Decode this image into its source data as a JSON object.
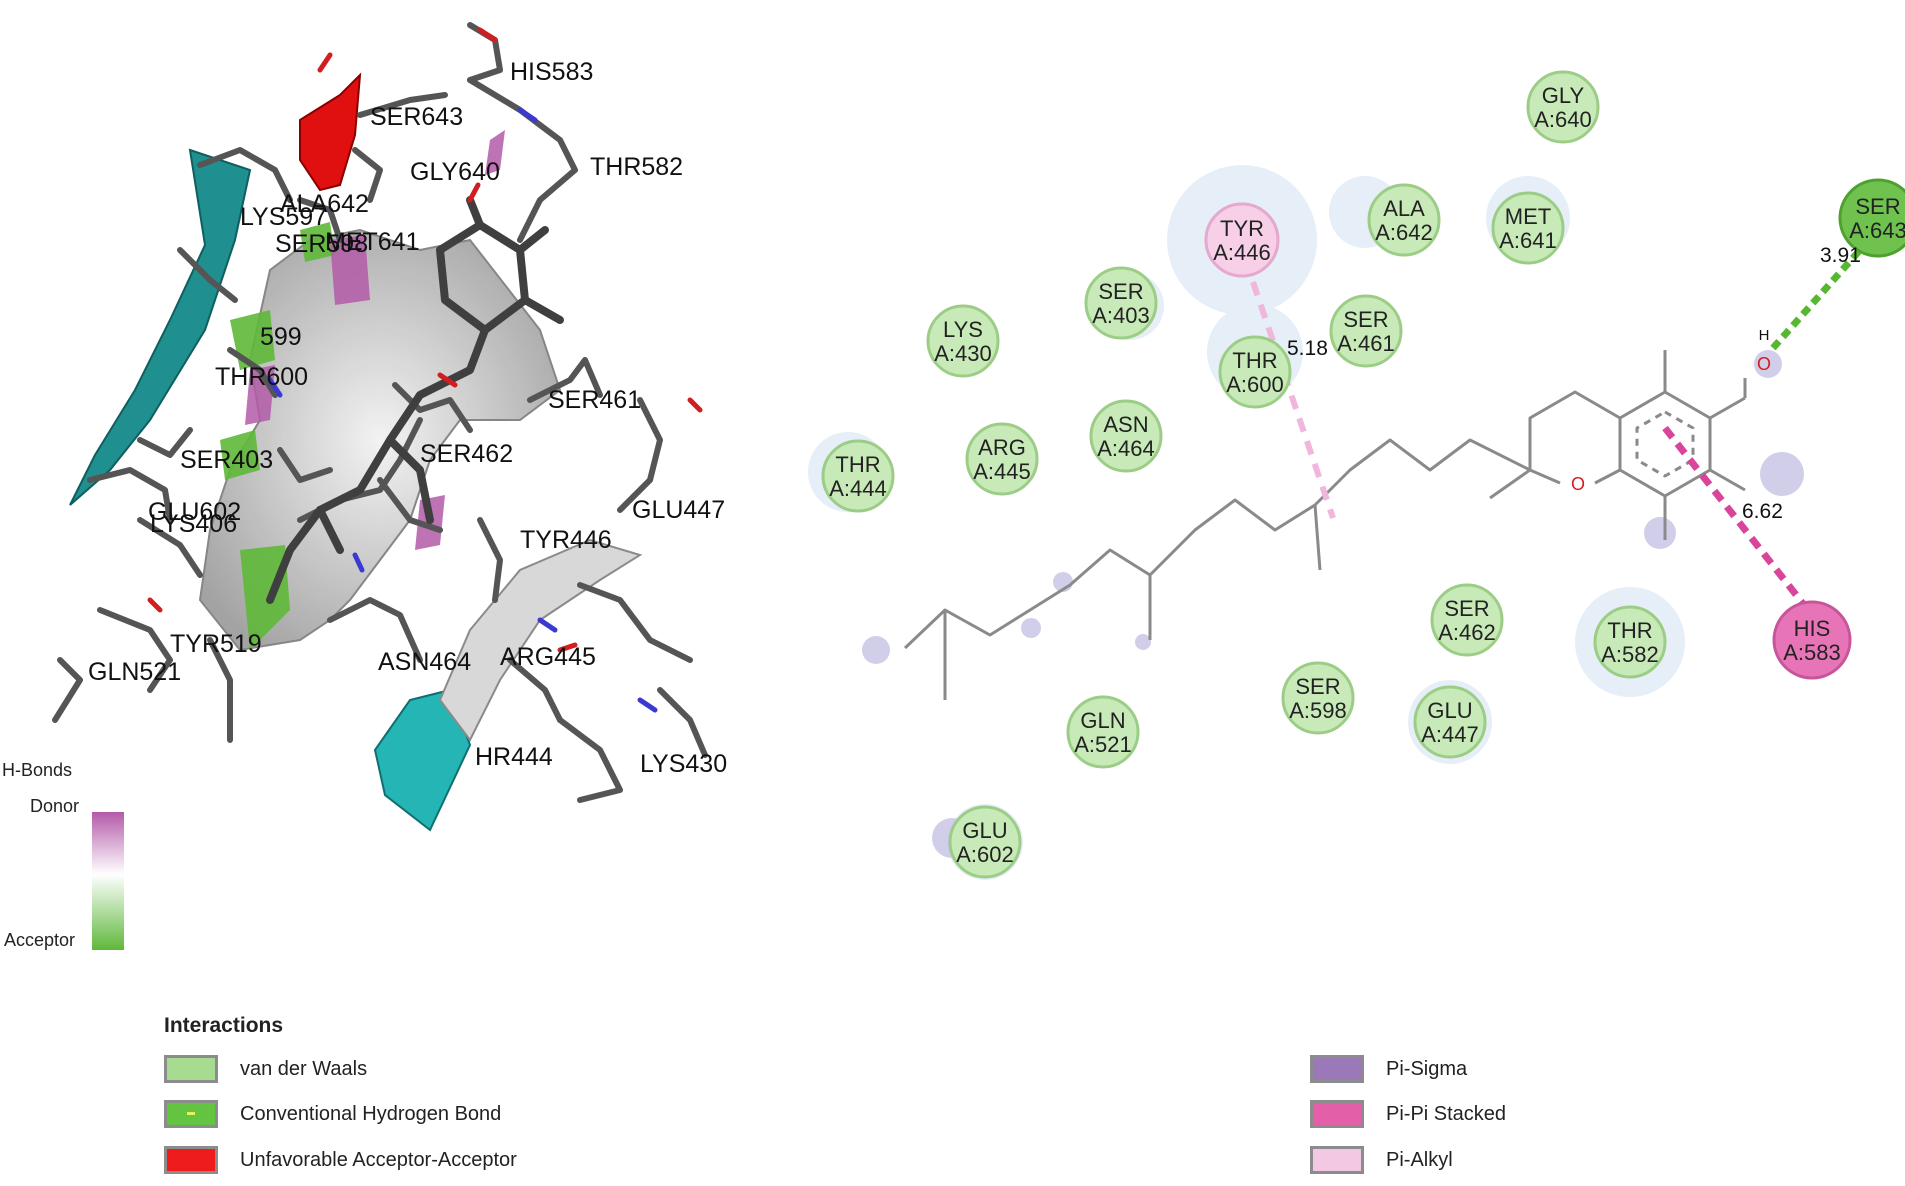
{
  "labels_3d": [
    {
      "text": "HIS583"
    },
    {
      "text": "SER643"
    },
    {
      "text": "GLY640"
    },
    {
      "text": "THR582"
    },
    {
      "text": "ALA642"
    },
    {
      "text": "LYS597"
    },
    {
      "text": "MET641"
    },
    {
      "text": "SER598"
    },
    {
      "text": "599"
    },
    {
      "text": "THR600"
    },
    {
      "text": "SER461"
    },
    {
      "text": "SER403"
    },
    {
      "text": "SER462"
    },
    {
      "text": "GLU602"
    },
    {
      "text": "LYS406"
    },
    {
      "text": "GLU447"
    },
    {
      "text": "TYR446"
    },
    {
      "text": "TYR519"
    },
    {
      "text": "GLN521"
    },
    {
      "text": "ASN464"
    },
    {
      "text": "ARG445"
    },
    {
      "text": "HR444"
    },
    {
      "text": "LYS430"
    }
  ],
  "hbond_scale": {
    "title": "H-Bonds",
    "donor": "Donor",
    "acceptor": "Acceptor"
  },
  "residues": [
    {
      "name": "GLY",
      "id": "A:640",
      "type": "vdw"
    },
    {
      "name": "TYR",
      "id": "A:446",
      "type": "pi-alkyl"
    },
    {
      "name": "ALA",
      "id": "A:642",
      "type": "vdw"
    },
    {
      "name": "MET",
      "id": "A:641",
      "type": "vdw"
    },
    {
      "name": "SER",
      "id": "A:643",
      "type": "hbond"
    },
    {
      "name": "SER",
      "id": "A:403",
      "type": "vdw"
    },
    {
      "name": "SER",
      "id": "A:461",
      "type": "vdw"
    },
    {
      "name": "LYS",
      "id": "A:430",
      "type": "vdw"
    },
    {
      "name": "THR",
      "id": "A:600",
      "type": "vdw"
    },
    {
      "name": "ASN",
      "id": "A:464",
      "type": "vdw"
    },
    {
      "name": "ARG",
      "id": "A:445",
      "type": "vdw"
    },
    {
      "name": "THR",
      "id": "A:444",
      "type": "vdw"
    },
    {
      "name": "SER",
      "id": "A:462",
      "type": "vdw"
    },
    {
      "name": "THR",
      "id": "A:582",
      "type": "vdw"
    },
    {
      "name": "HIS",
      "id": "A:583",
      "type": "pi-pi"
    },
    {
      "name": "SER",
      "id": "A:598",
      "type": "vdw"
    },
    {
      "name": "GLU",
      "id": "A:447",
      "type": "vdw"
    },
    {
      "name": "GLN",
      "id": "A:521",
      "type": "vdw"
    },
    {
      "name": "GLU",
      "id": "A:602",
      "type": "vdw"
    }
  ],
  "distances": [
    {
      "value": "5.18",
      "between": "TYR A:446"
    },
    {
      "value": "3.91",
      "between": "SER A:643"
    },
    {
      "value": "6.62",
      "between": "HIS A:583"
    }
  ],
  "atoms": {
    "oxygen": "O",
    "hydrogen": "H"
  },
  "legend": {
    "title": "Interactions",
    "items": [
      {
        "label": "van der Waals",
        "color": "#a6dc90"
      },
      {
        "label": "Conventional Hydrogen Bond",
        "color": "#63c442"
      },
      {
        "label": "Unfavorable Acceptor-Acceptor",
        "color": "#ee1c1c"
      },
      {
        "label": "Pi-Sigma",
        "color": "#9b78b8"
      },
      {
        "label": "Pi-Pi Stacked",
        "color": "#e360a8"
      },
      {
        "label": "Pi-Alkyl",
        "color": "#f3c8e3"
      }
    ]
  },
  "colors": {
    "vdw_fill": "#c8eab8",
    "vdw_stroke": "#9ccd86",
    "hbond_fill": "#6fc24e",
    "pi_pi_fill": "#e874b8",
    "pi_alkyl_fill": "#f7d0e8",
    "halo": "#e6eef8",
    "helix_teal": "#1f8f8f",
    "ribbon_red": "#e01010",
    "stick": "#555555"
  }
}
